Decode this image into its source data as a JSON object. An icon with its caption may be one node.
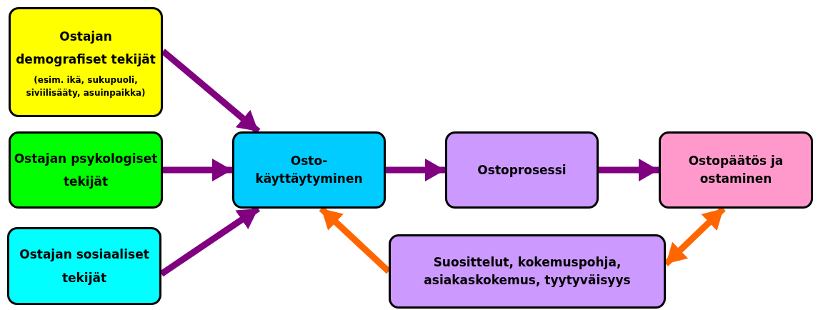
{
  "diagram": {
    "nodes": [
      {
        "text": [
          "Ostajan demografiset tekijät",
          "(esim. ikä, sukupuoli, siviilisääty, asuinpaikka)"
        ]
      },
      {
        "text": [
          "Ostajan psykologiset tekijät"
        ]
      },
      {
        "text": [
          "Ostajan sosiaaliset tekijät"
        ]
      },
      {
        "text": [
          "Osto- käyttäytyminen"
        ]
      },
      {
        "text": [
          "Ostoprosessi"
        ]
      },
      {
        "text": [
          "Ostopäätös ja ostaminen"
        ]
      },
      {
        "text": [
          "Suosittelut, kokemuspohja, asiakaskokemus, tyytyväisyys"
        ]
      }
    ],
    "edges": [
      {
        "from": 0,
        "to": 3,
        "arrow": "to"
      },
      {
        "from": 1,
        "to": 3,
        "arrow": "to"
      },
      {
        "from": 2,
        "to": 3,
        "arrow": "to"
      },
      {
        "from": 3,
        "to": 4,
        "arrow": "to"
      },
      {
        "from": 4,
        "to": 5,
        "arrow": "to"
      },
      {
        "from": 6,
        "to": 3,
        "arrow": "to",
        "color": "#ff6600"
      },
      {
        "from": 5,
        "to": 6,
        "arrow": "both",
        "color": "#ff6600"
      }
    ]
  }
}
